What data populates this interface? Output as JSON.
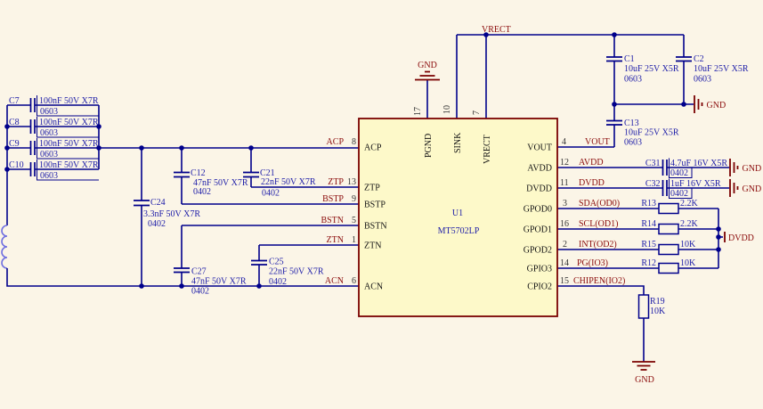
{
  "colors": {
    "background": "#FBF5E7",
    "wire": "#00008B",
    "net_label_red": "#8B0C0C",
    "component_text_blue": "#1C1CA8",
    "ic_fill": "#FDF9C9",
    "ic_border": "#7A0101"
  },
  "schematic": {
    "ic": {
      "designator": "U1",
      "part": "MT5702LP",
      "pins_left": [
        {
          "name": "ACP",
          "num": "8",
          "net": "ACP"
        },
        {
          "name": "ZTP",
          "num": "13",
          "net": "ZTP"
        },
        {
          "name": "BSTP",
          "num": "9",
          "net": "BSTP"
        },
        {
          "name": "BSTN",
          "num": "5",
          "net": "BSTN"
        },
        {
          "name": "ZTN",
          "num": "1",
          "net": "ZTN"
        },
        {
          "name": "ACN",
          "num": "6",
          "net": "ACN"
        }
      ],
      "pins_top": [
        {
          "name": "PGND",
          "num": "17"
        },
        {
          "name": "SINK",
          "num": "10"
        },
        {
          "name": "VRECT",
          "num": "7"
        }
      ],
      "pins_right": [
        {
          "name": "VOUT",
          "num": "4",
          "net": "VOUT"
        },
        {
          "name": "AVDD",
          "num": "12",
          "net": "AVDD"
        },
        {
          "name": "DVDD",
          "num": "11",
          "net": "DVDD"
        },
        {
          "name": "GPOD0",
          "num": "3",
          "net": "SDA(OD0)"
        },
        {
          "name": "GPOD1",
          "num": "16",
          "net": "SCL(OD1)"
        },
        {
          "name": "GPOD2",
          "num": "2",
          "net": "INT(OD2)"
        },
        {
          "name": "GPIO3",
          "num": "14",
          "net": "PG(IO3)"
        },
        {
          "name": "CPIO2",
          "num": "15",
          "net": "CHIPEN(IO2)"
        }
      ]
    },
    "capacitors": {
      "C7": {
        "ref": "C7",
        "value": "100nF 50V X7R",
        "footprint": "0603"
      },
      "C8": {
        "ref": "C8",
        "value": "100nF 50V X7R",
        "footprint": "0603"
      },
      "C9": {
        "ref": "C9",
        "value": "100nF 50V X7R",
        "footprint": "0603"
      },
      "C10": {
        "ref": "C10",
        "value": "100nF 50V X7R",
        "footprint": "0603"
      },
      "C12": {
        "ref": "C12",
        "value": "47nF 50V  X7R",
        "footprint": "0402"
      },
      "C21": {
        "ref": "C21",
        "value": "22nF 50V  X7R",
        "footprint": "0402"
      },
      "C24": {
        "ref": "C24",
        "value": "3.3nF 50V  X7R",
        "footprint": "0402"
      },
      "C27": {
        "ref": "C27",
        "value": "47nF 50V  X7R",
        "footprint": "0402"
      },
      "C25": {
        "ref": "C25",
        "value": "22nF 50V  X7R",
        "footprint": "0402"
      },
      "C1": {
        "ref": "C1",
        "value": "10uF 25V X5R",
        "footprint": "0603"
      },
      "C2": {
        "ref": "C2",
        "value": "10uF 25V X5R",
        "footprint": "0603"
      },
      "C13": {
        "ref": "C13",
        "value": "10uF 25V X5R",
        "footprint": "0603"
      },
      "C31": {
        "ref": "C31",
        "value": "4.7uF 16V X5R",
        "footprint": "0402"
      },
      "C32": {
        "ref": "C32",
        "value": "1uF 16V X5R",
        "footprint": "0402"
      }
    },
    "resistors": {
      "R13": {
        "ref": "R13",
        "value": "2.2K"
      },
      "R14": {
        "ref": "R14",
        "value": "2.2K"
      },
      "R15": {
        "ref": "R15",
        "value": "10K"
      },
      "R12": {
        "ref": "R12",
        "value": "10K"
      },
      "R19": {
        "ref": "R19",
        "value": "10K"
      }
    },
    "power": {
      "vrect": "VRECT",
      "dvdd": "DVDD",
      "gnd": "GND"
    }
  }
}
